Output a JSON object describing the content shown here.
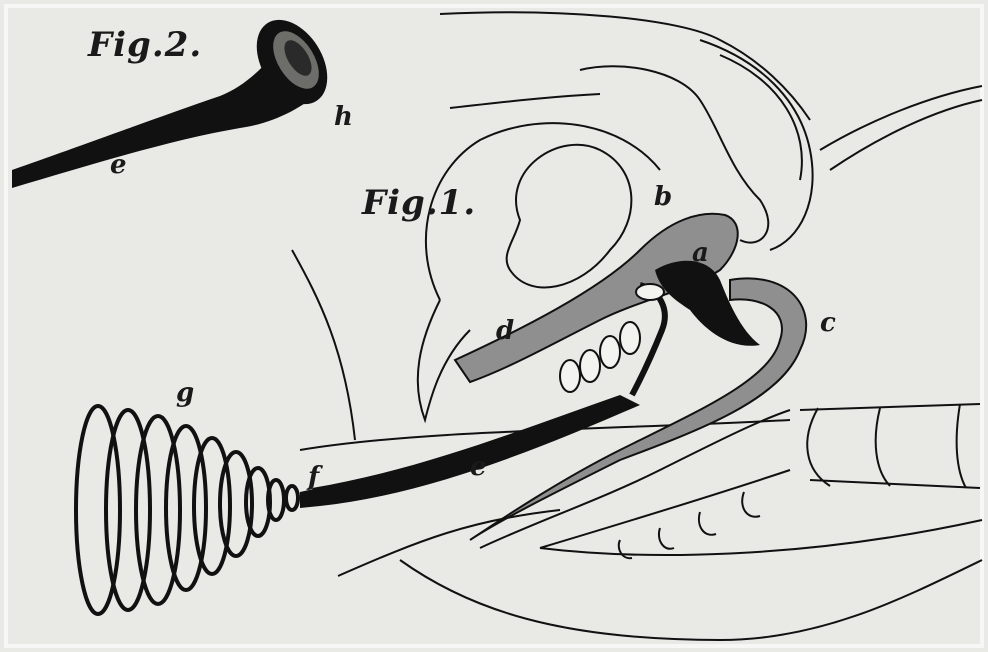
{
  "figures": {
    "fig1_title": "Fig.1.",
    "fig2_title": "Fig.2."
  },
  "labels": {
    "a": "a",
    "b": "b",
    "c": "c",
    "d": "d",
    "e_fig1": "e",
    "e_fig2": "e",
    "f": "f",
    "g": "g",
    "h": "h"
  },
  "colors": {
    "paper": "#e9e9e6",
    "ink": "#111111",
    "organ_fill": "#8f8f8f",
    "light_fill": "#f3f3f0"
  }
}
